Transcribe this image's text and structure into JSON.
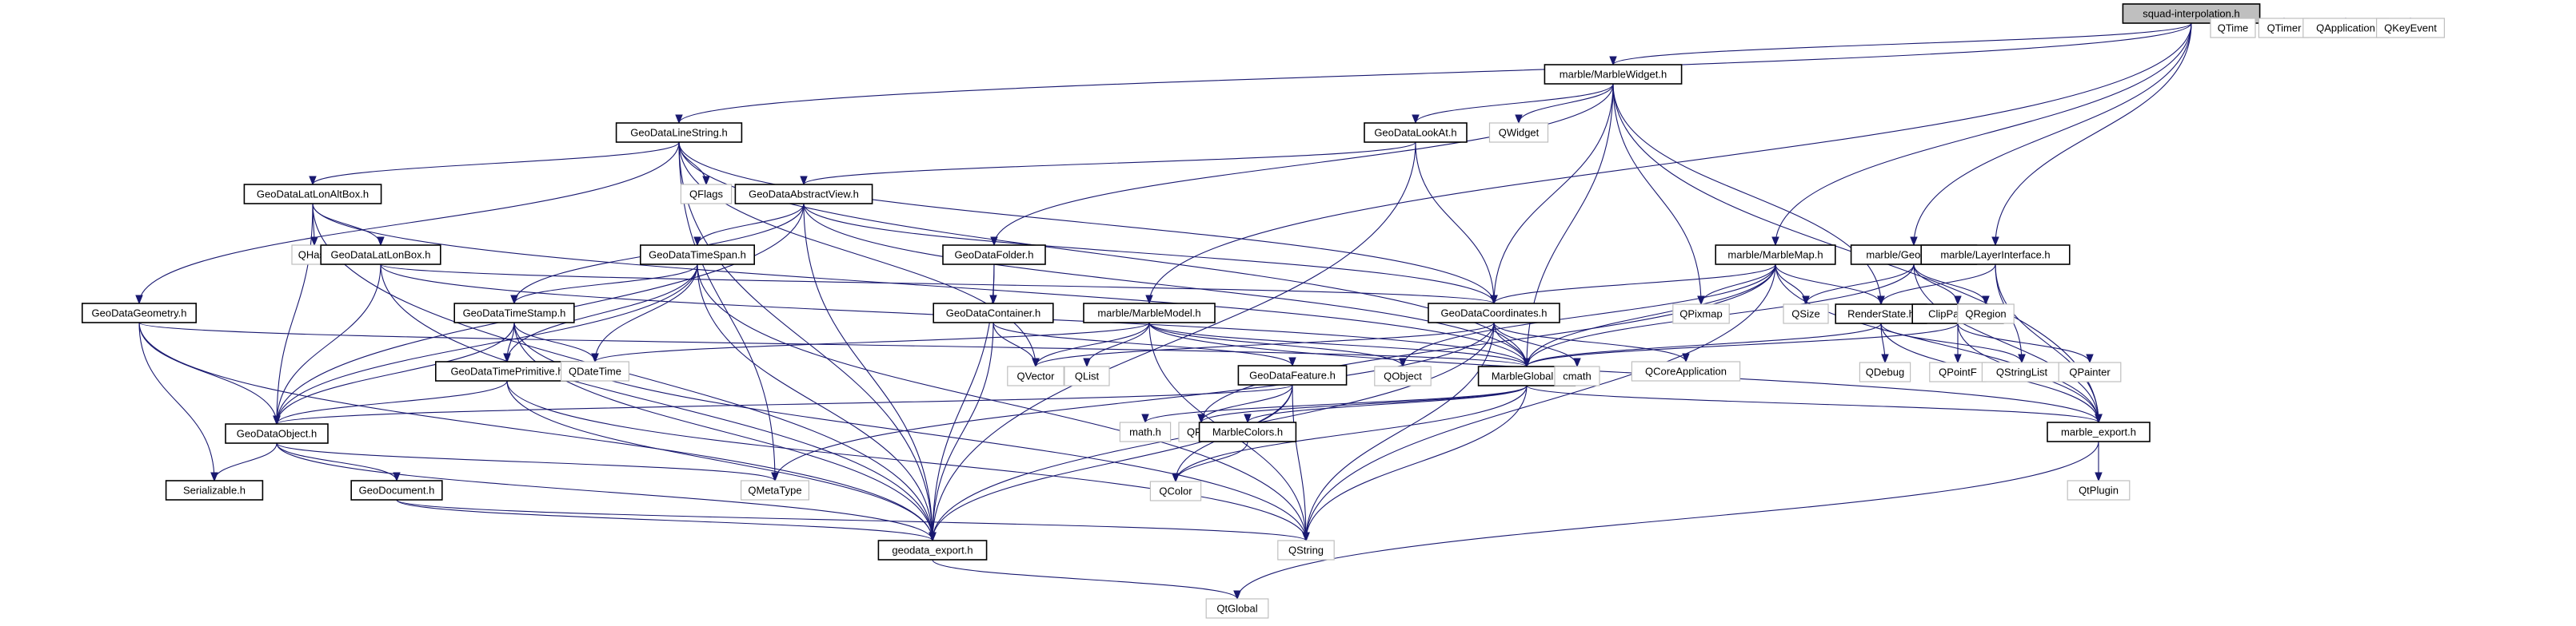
{
  "diagram": {
    "title": "squad-interpolation.h",
    "type": "include-dependency-graph",
    "colors": {
      "edge": "#191970",
      "root_fill": "#bfbfbf",
      "node_border": "#000000",
      "external_border": "#bfbfbf"
    },
    "nodes": [
      {
        "id": "root",
        "label": "squad-interpolation.h",
        "kind": "root"
      },
      {
        "id": "QTime",
        "label": "QTime",
        "kind": "external"
      },
      {
        "id": "QTimer",
        "label": "QTimer",
        "kind": "external"
      },
      {
        "id": "QApplication",
        "label": "QApplication",
        "kind": "external"
      },
      {
        "id": "QKeyEvent",
        "label": "QKeyEvent",
        "kind": "external"
      },
      {
        "id": "MarbleWidget",
        "label": "marble/MarbleWidget.h",
        "kind": "header"
      },
      {
        "id": "GeoDataLineString",
        "label": "GeoDataLineString.h",
        "kind": "header"
      },
      {
        "id": "GeoDataLookAt",
        "label": "GeoDataLookAt.h",
        "kind": "header"
      },
      {
        "id": "QWidget",
        "label": "QWidget",
        "kind": "external"
      },
      {
        "id": "GeoDataLatLonAltBox",
        "label": "GeoDataLatLonAltBox.h",
        "kind": "header"
      },
      {
        "id": "QFlags",
        "label": "QFlags",
        "kind": "external"
      },
      {
        "id": "GeoDataAbstractView",
        "label": "GeoDataAbstractView.h",
        "kind": "header"
      },
      {
        "id": "QHash",
        "label": "QHash",
        "kind": "external"
      },
      {
        "id": "GeoDataLatLonBox",
        "label": "GeoDataLatLonBox.h",
        "kind": "header"
      },
      {
        "id": "GeoDataTimeSpan",
        "label": "GeoDataTimeSpan.h",
        "kind": "header"
      },
      {
        "id": "GeoDataFolder",
        "label": "GeoDataFolder.h",
        "kind": "header"
      },
      {
        "id": "MarbleMap",
        "label": "marble/MarbleMap.h",
        "kind": "header"
      },
      {
        "id": "GeoPainter",
        "label": "marble/GeoPainter.h",
        "kind": "header"
      },
      {
        "id": "LayerInterface",
        "label": "marble/LayerInterface.h",
        "kind": "header"
      },
      {
        "id": "GeoDataGeometry",
        "label": "GeoDataGeometry.h",
        "kind": "header"
      },
      {
        "id": "GeoDataTimeStamp",
        "label": "GeoDataTimeStamp.h",
        "kind": "header"
      },
      {
        "id": "GeoDataContainer",
        "label": "GeoDataContainer.h",
        "kind": "header"
      },
      {
        "id": "MarbleModel",
        "label": "marble/MarbleModel.h",
        "kind": "header"
      },
      {
        "id": "GeoDataCoordinates",
        "label": "GeoDataCoordinates.h",
        "kind": "header"
      },
      {
        "id": "QPixmap",
        "label": "QPixmap",
        "kind": "external"
      },
      {
        "id": "QSize",
        "label": "QSize",
        "kind": "external"
      },
      {
        "id": "RenderState",
        "label": "RenderState.h",
        "kind": "header"
      },
      {
        "id": "ClipPainter",
        "label": "ClipPainter.h",
        "kind": "header"
      },
      {
        "id": "QRegion",
        "label": "QRegion",
        "kind": "external"
      },
      {
        "id": "GeoDataTimePrimitive",
        "label": "GeoDataTimePrimitive.h",
        "kind": "header"
      },
      {
        "id": "QDateTime",
        "label": "QDateTime",
        "kind": "external"
      },
      {
        "id": "QVector",
        "label": "QVector",
        "kind": "external"
      },
      {
        "id": "QList",
        "label": "QList",
        "kind": "external"
      },
      {
        "id": "GeoDataFeature",
        "label": "GeoDataFeature.h",
        "kind": "header"
      },
      {
        "id": "QObject",
        "label": "QObject",
        "kind": "external"
      },
      {
        "id": "MarbleGlobal",
        "label": "MarbleGlobal.h",
        "kind": "header"
      },
      {
        "id": "cmath",
        "label": "cmath",
        "kind": "external"
      },
      {
        "id": "QCoreApplication",
        "label": "QCoreApplication",
        "kind": "external"
      },
      {
        "id": "QDebug",
        "label": "QDebug",
        "kind": "external"
      },
      {
        "id": "QPointF",
        "label": "QPointF",
        "kind": "external"
      },
      {
        "id": "QStringList",
        "label": "QStringList",
        "kind": "external"
      },
      {
        "id": "QPainter",
        "label": "QPainter",
        "kind": "external"
      },
      {
        "id": "GeoDataObject",
        "label": "GeoDataObject.h",
        "kind": "header"
      },
      {
        "id": "math_h",
        "label": "math.h",
        "kind": "external"
      },
      {
        "id": "QFont",
        "label": "QFont",
        "kind": "external"
      },
      {
        "id": "MarbleColors",
        "label": "MarbleColors.h",
        "kind": "header"
      },
      {
        "id": "marble_export",
        "label": "marble_export.h",
        "kind": "header"
      },
      {
        "id": "Serializable",
        "label": "Serializable.h",
        "kind": "header"
      },
      {
        "id": "GeoDocument",
        "label": "GeoDocument.h",
        "kind": "header"
      },
      {
        "id": "QMetaType",
        "label": "QMetaType",
        "kind": "external"
      },
      {
        "id": "QColor",
        "label": "QColor",
        "kind": "external"
      },
      {
        "id": "QtPlugin",
        "label": "QtPlugin",
        "kind": "external"
      },
      {
        "id": "geodata_export",
        "label": "geodata_export.h",
        "kind": "header"
      },
      {
        "id": "QString",
        "label": "QString",
        "kind": "external"
      },
      {
        "id": "QtGlobal",
        "label": "QtGlobal",
        "kind": "external"
      }
    ],
    "edges": [
      [
        "root",
        "QTime"
      ],
      [
        "root",
        "QTimer"
      ],
      [
        "root",
        "QApplication"
      ],
      [
        "root",
        "QKeyEvent"
      ],
      [
        "root",
        "MarbleWidget"
      ],
      [
        "root",
        "GeoDataLineString"
      ],
      [
        "root",
        "MarbleModel"
      ],
      [
        "root",
        "MarbleMap"
      ],
      [
        "root",
        "GeoPainter"
      ],
      [
        "root",
        "LayerInterface"
      ],
      [
        "MarbleWidget",
        "GeoDataLookAt"
      ],
      [
        "MarbleWidget",
        "QWidget"
      ],
      [
        "MarbleWidget",
        "GeoDataFolder"
      ],
      [
        "MarbleWidget",
        "GeoDataCoordinates"
      ],
      [
        "MarbleWidget",
        "MarbleGlobal"
      ],
      [
        "MarbleWidget",
        "QPixmap"
      ],
      [
        "MarbleWidget",
        "RenderState"
      ],
      [
        "MarbleWidget",
        "marble_export"
      ],
      [
        "GeoDataLineString",
        "GeoDataLatLonAltBox"
      ],
      [
        "GeoDataLineString",
        "QFlags"
      ],
      [
        "GeoDataLineString",
        "GeoDataGeometry"
      ],
      [
        "GeoDataLineString",
        "GeoDataCoordinates"
      ],
      [
        "GeoDataLineString",
        "QVector"
      ],
      [
        "GeoDataLineString",
        "QMetaType"
      ],
      [
        "GeoDataLineString",
        "MarbleGlobal"
      ],
      [
        "GeoDataLineString",
        "geodata_export"
      ],
      [
        "GeoDataLookAt",
        "GeoDataAbstractView"
      ],
      [
        "GeoDataLookAt",
        "GeoDataCoordinates"
      ],
      [
        "GeoDataLookAt",
        "geodata_export"
      ],
      [
        "GeoDataLatLonAltBox",
        "QHash"
      ],
      [
        "GeoDataLatLonAltBox",
        "GeoDataLatLonBox"
      ],
      [
        "GeoDataLatLonAltBox",
        "GeoDataObject"
      ],
      [
        "GeoDataLatLonAltBox",
        "MarbleGlobal"
      ],
      [
        "GeoDataLatLonAltBox",
        "geodata_export"
      ],
      [
        "GeoDataAbstractView",
        "GeoDataTimeSpan"
      ],
      [
        "GeoDataAbstractView",
        "GeoDataTimeStamp"
      ],
      [
        "GeoDataAbstractView",
        "GeoDataObject"
      ],
      [
        "GeoDataAbstractView",
        "GeoDataCoordinates"
      ],
      [
        "GeoDataAbstractView",
        "MarbleGlobal"
      ],
      [
        "GeoDataAbstractView",
        "geodata_export"
      ],
      [
        "GeoDataLatLonBox",
        "GeoDataObject"
      ],
      [
        "GeoDataLatLonBox",
        "GeoDataCoordinates"
      ],
      [
        "GeoDataLatLonBox",
        "MarbleGlobal"
      ],
      [
        "GeoDataLatLonBox",
        "geodata_export"
      ],
      [
        "GeoDataTimeSpan",
        "GeoDataTimeStamp"
      ],
      [
        "GeoDataTimeSpan",
        "GeoDataTimePrimitive"
      ],
      [
        "GeoDataTimeSpan",
        "QDateTime"
      ],
      [
        "GeoDataTimeSpan",
        "GeoDataObject"
      ],
      [
        "GeoDataTimeSpan",
        "geodata_export"
      ],
      [
        "GeoDataTimeSpan",
        "QString"
      ],
      [
        "GeoDataFolder",
        "GeoDataContainer"
      ],
      [
        "GeoDataFolder",
        "geodata_export"
      ],
      [
        "MarbleMap",
        "GeoDataCoordinates"
      ],
      [
        "MarbleMap",
        "QPixmap"
      ],
      [
        "MarbleMap",
        "QSize"
      ],
      [
        "MarbleMap",
        "RenderState"
      ],
      [
        "MarbleMap",
        "MarbleGlobal"
      ],
      [
        "MarbleMap",
        "QFont"
      ],
      [
        "MarbleMap",
        "marble_export"
      ],
      [
        "MarbleMap",
        "QString"
      ],
      [
        "MarbleMap",
        "QObject"
      ],
      [
        "GeoPainter",
        "QSize"
      ],
      [
        "GeoPainter",
        "ClipPainter"
      ],
      [
        "GeoPainter",
        "QRegion"
      ],
      [
        "GeoPainter",
        "MarbleGlobal"
      ],
      [
        "GeoPainter",
        "marble_export"
      ],
      [
        "LayerInterface",
        "RenderState"
      ],
      [
        "LayerInterface",
        "QStringList"
      ],
      [
        "LayerInterface",
        "marble_export"
      ],
      [
        "GeoDataGeometry",
        "GeoDataObject"
      ],
      [
        "GeoDataGeometry",
        "Serializable"
      ],
      [
        "GeoDataGeometry",
        "MarbleGlobal"
      ],
      [
        "GeoDataGeometry",
        "geodata_export"
      ],
      [
        "GeoDataTimeStamp",
        "GeoDataTimePrimitive"
      ],
      [
        "GeoDataTimeStamp",
        "QDateTime"
      ],
      [
        "GeoDataTimeStamp",
        "GeoDataObject"
      ],
      [
        "GeoDataTimeStamp",
        "geodata_export"
      ],
      [
        "GeoDataTimeStamp",
        "QString"
      ],
      [
        "GeoDataContainer",
        "QVector"
      ],
      [
        "GeoDataContainer",
        "GeoDataFeature"
      ],
      [
        "GeoDataContainer",
        "geodata_export"
      ],
      [
        "MarbleModel",
        "QDateTime"
      ],
      [
        "MarbleModel",
        "QVector"
      ],
      [
        "MarbleModel",
        "QList"
      ],
      [
        "MarbleModel",
        "MarbleGlobal"
      ],
      [
        "MarbleModel",
        "QString"
      ],
      [
        "MarbleModel",
        "marble_export"
      ],
      [
        "MarbleModel",
        "QObject"
      ],
      [
        "GeoDataCoordinates",
        "MarbleGlobal"
      ],
      [
        "GeoDataCoordinates",
        "QVector"
      ],
      [
        "GeoDataCoordinates",
        "cmath"
      ],
      [
        "GeoDataCoordinates",
        "QCoreApplication"
      ],
      [
        "GeoDataCoordinates",
        "QMetaType"
      ],
      [
        "GeoDataCoordinates",
        "geodata_export"
      ],
      [
        "GeoDataCoordinates",
        "QString"
      ],
      [
        "RenderState",
        "QDebug"
      ],
      [
        "RenderState",
        "QStringList"
      ],
      [
        "RenderState",
        "marble_export"
      ],
      [
        "RenderState",
        "MarbleGlobal"
      ],
      [
        "ClipPainter",
        "QPointF"
      ],
      [
        "ClipPainter",
        "QPainter"
      ],
      [
        "ClipPainter",
        "marble_export"
      ],
      [
        "ClipPainter",
        "MarbleGlobal"
      ],
      [
        "GeoDataTimePrimitive",
        "GeoDataObject"
      ],
      [
        "GeoDataTimePrimitive",
        "geodata_export"
      ],
      [
        "GeoDataTimePrimitive",
        "QString"
      ],
      [
        "GeoDataFeature",
        "GeoDataObject"
      ],
      [
        "GeoDataFeature",
        "QFont"
      ],
      [
        "GeoDataFeature",
        "QColor"
      ],
      [
        "GeoDataFeature",
        "QString"
      ],
      [
        "GeoDataFeature",
        "geodata_export"
      ],
      [
        "MarbleGlobal",
        "math_h"
      ],
      [
        "MarbleGlobal",
        "QColor"
      ],
      [
        "MarbleGlobal",
        "MarbleColors"
      ],
      [
        "MarbleGlobal",
        "marble_export"
      ],
      [
        "MarbleGlobal",
        "QString"
      ],
      [
        "MarbleGlobal",
        "QFont"
      ],
      [
        "MarbleColors",
        "QColor"
      ],
      [
        "GeoDataObject",
        "Serializable"
      ],
      [
        "GeoDataObject",
        "GeoDocument"
      ],
      [
        "GeoDataObject",
        "QMetaType"
      ],
      [
        "GeoDataObject",
        "geodata_export"
      ],
      [
        "GeoDocument",
        "geodata_export"
      ],
      [
        "GeoDocument",
        "QString"
      ],
      [
        "marble_export",
        "QtPlugin"
      ],
      [
        "marble_export",
        "QtGlobal"
      ],
      [
        "geodata_export",
        "QtGlobal"
      ]
    ]
  }
}
